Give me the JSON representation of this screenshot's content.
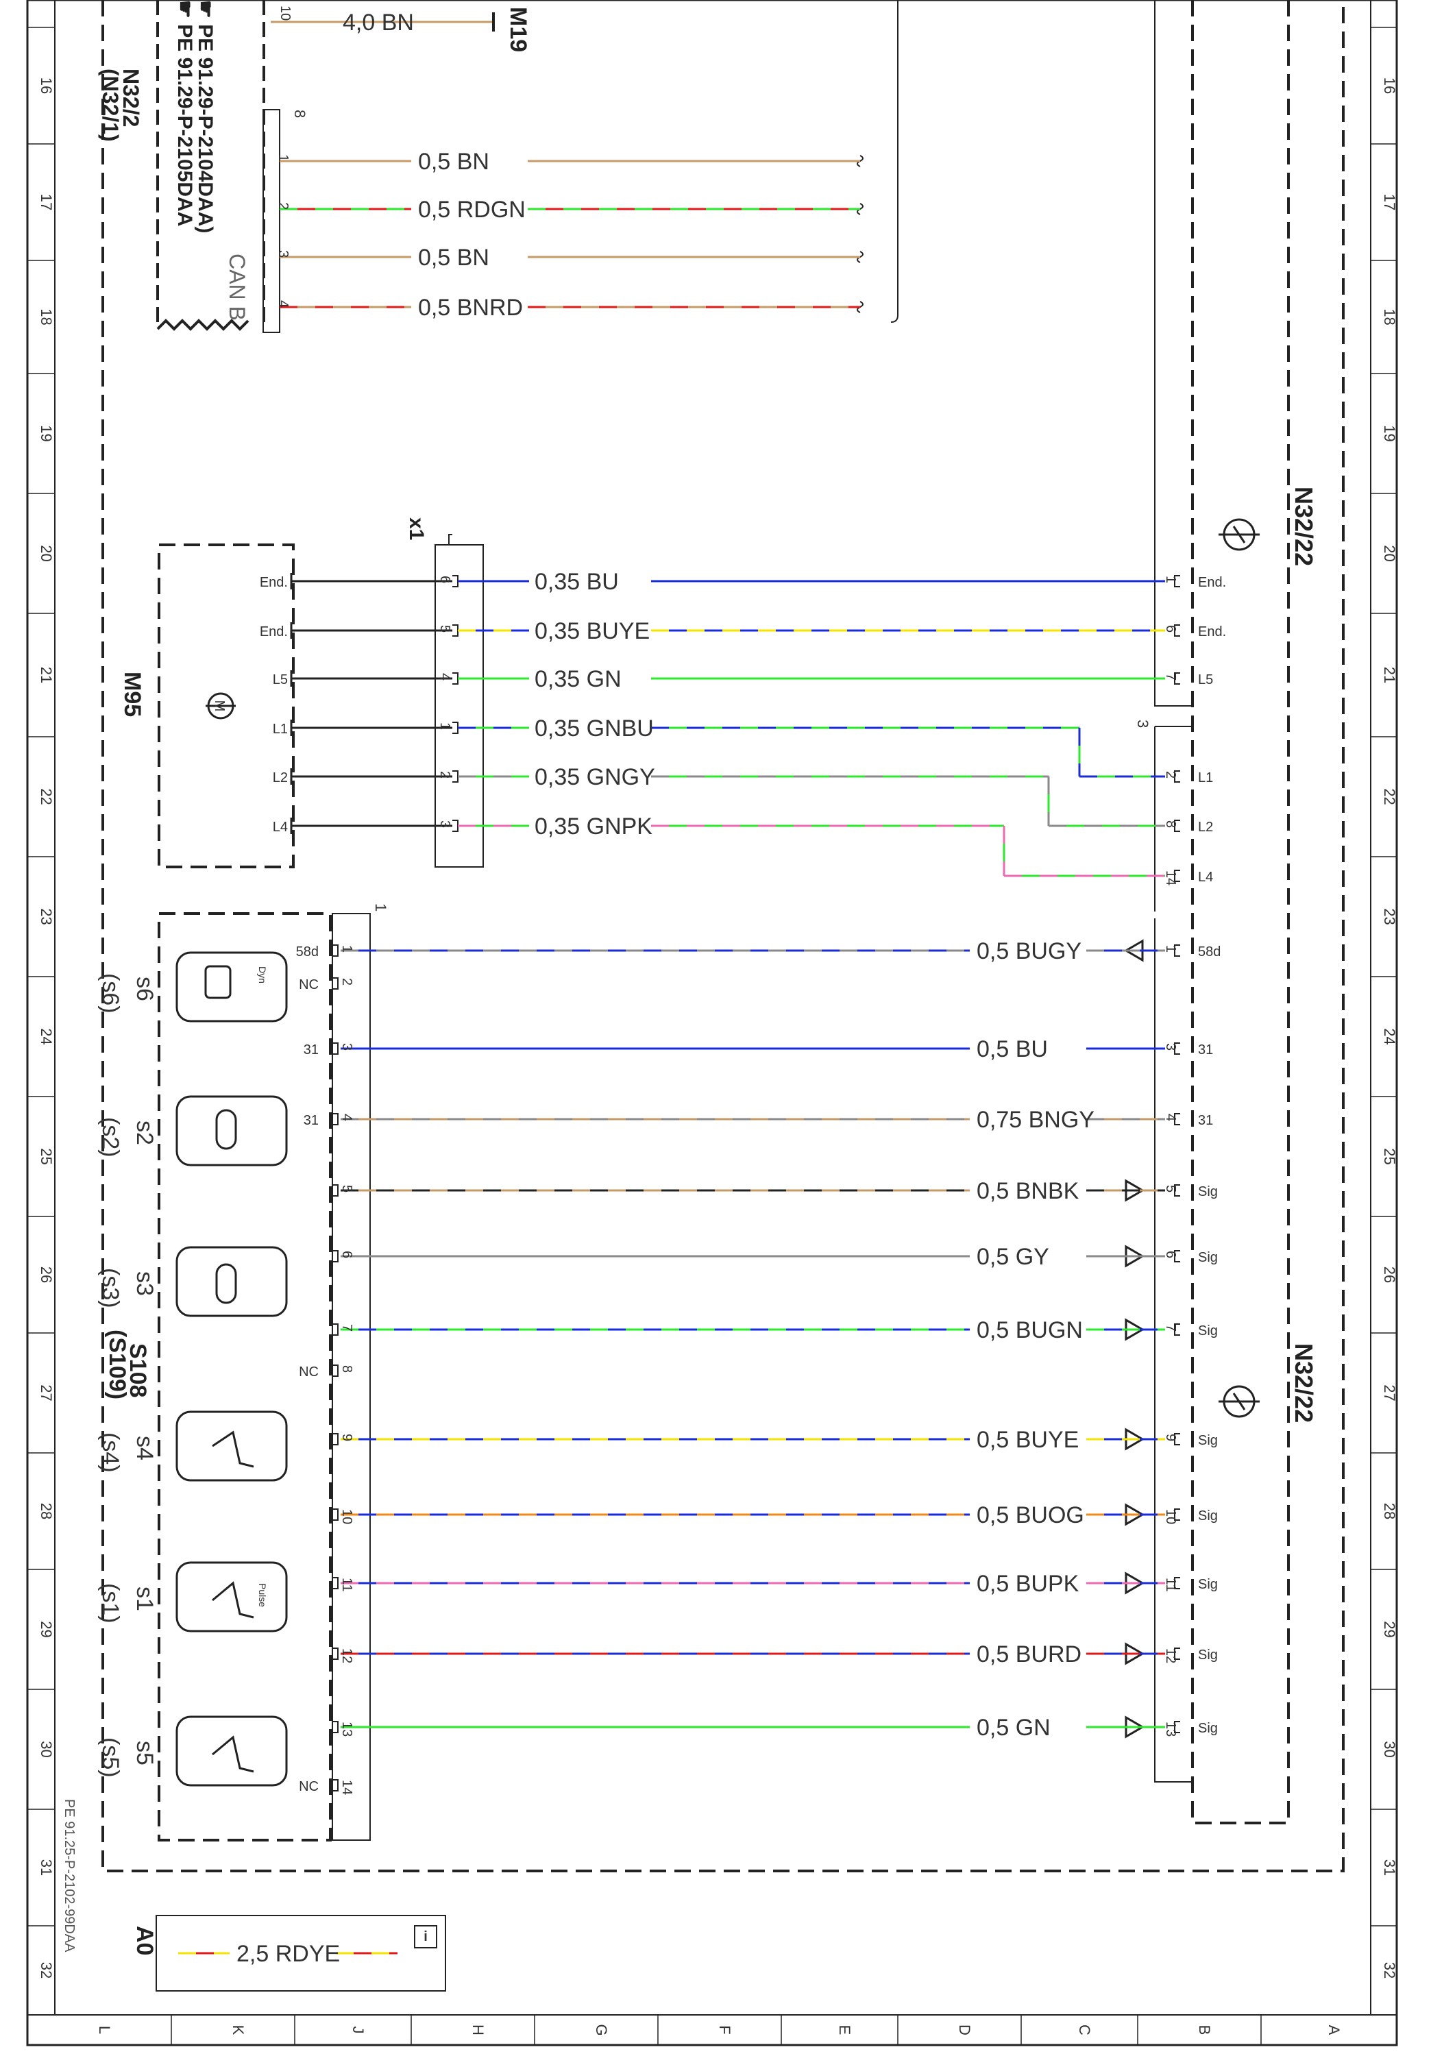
{
  "colors": {
    "frame": "#222222",
    "BU": "#1a2bd8",
    "YE": "#f4e400",
    "GN": "#2ee82e",
    "GY": "#8a8a8a",
    "PK": "#ee6ab3",
    "BN": "#c89a66",
    "RD": "#e01a1a",
    "BK": "#222222",
    "OG": "#ee8a1a"
  },
  "grid": {
    "rows": [
      "16",
      "17",
      "18",
      "19",
      "20",
      "21",
      "22",
      "23",
      "24",
      "25",
      "26",
      "27",
      "28",
      "29",
      "30",
      "31",
      "32"
    ],
    "cols": [
      "L",
      "K",
      "J",
      "H",
      "G",
      "F",
      "E",
      "D",
      "C",
      "B",
      "A"
    ]
  },
  "doc_ref": "PE 91.25-P-2102-99DAA",
  "top_block": {
    "refs": [
      "☛ PE 91.29-P-2105DAA",
      "☛ PE 91.29-P-2104DAA)"
    ],
    "module_labels": [
      "N32/2",
      "(N32/1)"
    ],
    "can_label": "CAN B",
    "connector_no": "8",
    "m19_label": "M19",
    "m19_pin": "10",
    "m19_wire": "4,0 BN",
    "wires": [
      {
        "pin": "1",
        "label": "0,5 BN"
      },
      {
        "pin": "2",
        "label": "0,5 RDGN"
      },
      {
        "pin": "3",
        "label": "0,5 BN"
      },
      {
        "pin": "4",
        "label": "0,5 BNRD"
      }
    ]
  },
  "m95": {
    "label": "M95",
    "motor_symbol": "M",
    "pins": [
      "End.",
      "End.",
      "L5",
      "L1",
      "L2",
      "L4"
    ]
  },
  "x1": {
    "label": "x1",
    "pins": [
      "6",
      "5",
      "4",
      "1",
      "2",
      "3"
    ]
  },
  "mid_wires": [
    {
      "label": "0,35 BU"
    },
    {
      "label": "0,35 BUYE"
    },
    {
      "label": "0,35 GN"
    },
    {
      "label": "0,35 GNBU"
    },
    {
      "label": "0,35 GNGY"
    },
    {
      "label": "0,35 GNPK"
    }
  ],
  "n32_upper": {
    "label": "N32/22",
    "connector_no": "3",
    "pins": [
      {
        "num": "1",
        "func": "End."
      },
      {
        "num": "6",
        "func": "End."
      },
      {
        "num": "7",
        "func": "L5"
      },
      {
        "num": "2",
        "func": "L1"
      },
      {
        "num": "8",
        "func": "L2"
      },
      {
        "num": "14",
        "func": "L4"
      }
    ]
  },
  "s108": {
    "label": "S108",
    "alt_label": "(S109)",
    "connector_no": "1",
    "dyn_label": "Dyn",
    "pulse_label": "Pulse",
    "switches": [
      {
        "name": "s6",
        "alt": "(s6)"
      },
      {
        "name": "s2",
        "alt": "(s2)"
      },
      {
        "name": "s3",
        "alt": "(s3)"
      },
      {
        "name": "s4",
        "alt": "(s4)"
      },
      {
        "name": "s1",
        "alt": "(s1)"
      },
      {
        "name": "s5",
        "alt": "(s5)"
      }
    ],
    "pins": [
      {
        "num": "1",
        "func": "58d"
      },
      {
        "num": "2",
        "func": "NC"
      },
      {
        "num": "3",
        "func": "31"
      },
      {
        "num": "4",
        "func": "31"
      },
      {
        "num": "5",
        "func": ""
      },
      {
        "num": "6",
        "func": ""
      },
      {
        "num": "7",
        "func": ""
      },
      {
        "num": "8",
        "func": "NC"
      },
      {
        "num": "9",
        "func": ""
      },
      {
        "num": "10",
        "func": ""
      },
      {
        "num": "11",
        "func": ""
      },
      {
        "num": "12",
        "func": ""
      },
      {
        "num": "13",
        "func": ""
      },
      {
        "num": "14",
        "func": "NC"
      }
    ]
  },
  "lower_wires": [
    {
      "label": "0,5 BUGY",
      "pin": "1",
      "func": "58d"
    },
    {
      "label": "0,5 BU",
      "pin": "3",
      "func": "31"
    },
    {
      "label": "0,75 BNGY",
      "pin": "4",
      "func": "31"
    },
    {
      "label": "0,5 BNBK",
      "pin": "5",
      "func": "Sig"
    },
    {
      "label": "0,5 GY",
      "pin": "6",
      "func": "Sig"
    },
    {
      "label": "0,5 BUGN",
      "pin": "7",
      "func": "Sig"
    },
    {
      "label": "0,5 BUYE",
      "pin": "9",
      "func": "Sig"
    },
    {
      "label": "0,5 BUOG",
      "pin": "10",
      "func": "Sig"
    },
    {
      "label": "0,5 BUPK",
      "pin": "11",
      "func": "Sig"
    },
    {
      "label": "0,5 BURD",
      "pin": "12",
      "func": "Sig"
    },
    {
      "label": "0,5 GN",
      "pin": "13",
      "func": "Sig"
    }
  ],
  "n32_lower": {
    "label": "N32/22"
  },
  "a0": {
    "label": "A0",
    "wire": "2,5 RDYE"
  }
}
